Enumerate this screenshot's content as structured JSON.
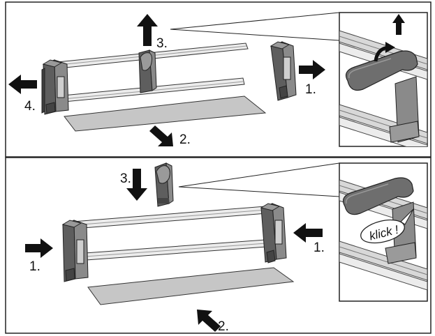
{
  "colors": {
    "frame": "#222222",
    "arrow": "#111111",
    "part_dark": "#5e5e5e",
    "part_mid": "#8a8a8a",
    "part_light": "#cfcfcf",
    "rail": "#e6e6e6",
    "shelf": "#c4c4c4"
  },
  "removal_panel": {
    "labels": {
      "step_up": "3.",
      "step_right": "1.",
      "step_left": "4.",
      "step_down": "2."
    },
    "icons": [
      "arrow-up-icon",
      "arrow-right-icon",
      "arrow-left-icon",
      "arrow-down-right-icon",
      "curved-arrow-icon"
    ]
  },
  "installation_panel": {
    "labels": {
      "step_down": "3.",
      "step_left": "1.",
      "step_right": "1.",
      "step_up": "2."
    },
    "callout_text": "klick !",
    "icons": [
      "arrow-down-icon",
      "arrow-right-icon",
      "arrow-left-icon",
      "arrow-up-left-icon"
    ]
  }
}
